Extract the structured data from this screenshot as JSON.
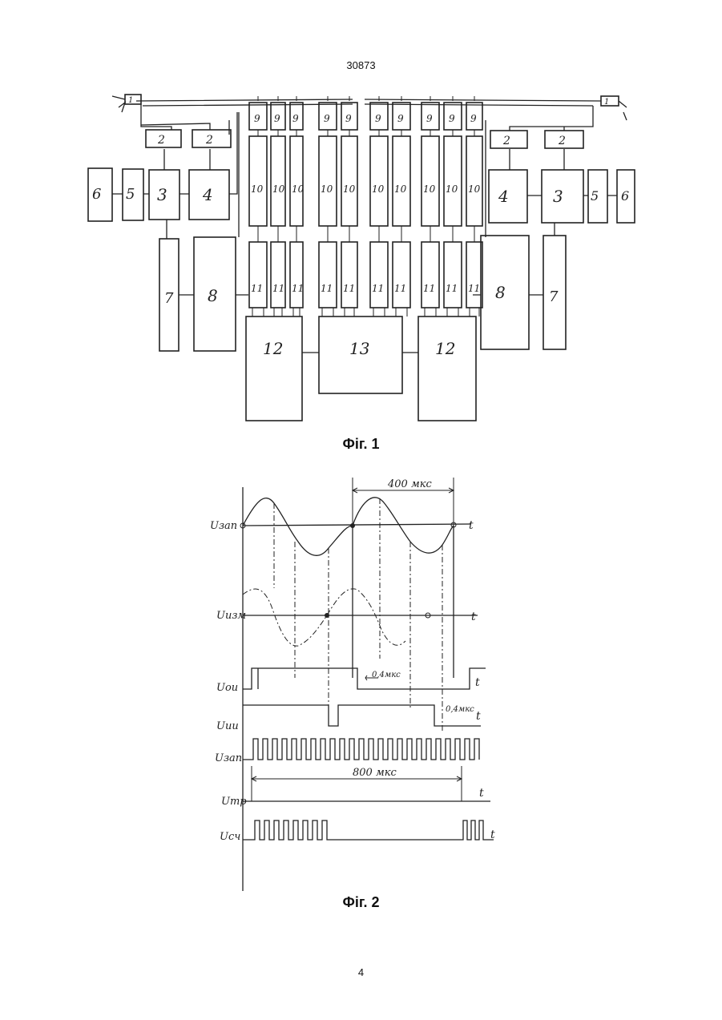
{
  "header": {
    "doc_number": "30873"
  },
  "footer": {
    "page_number": "4"
  },
  "figure1": {
    "caption": "Фіг. 1",
    "left": {
      "b1": "1",
      "b2a": "2",
      "b2b": "2",
      "b3": "3",
      "b4": "4",
      "b5": "5",
      "b6": "6",
      "b7": "7",
      "b8": "8"
    },
    "right": {
      "b1": "1",
      "b2a": "2",
      "b2b": "2",
      "b3": "3",
      "b4": "4",
      "b5": "5",
      "b6": "6",
      "b7": "7",
      "b8": "8"
    },
    "block9": "9",
    "block10": "10",
    "block11": "11",
    "block12": "12",
    "block13": "13"
  },
  "figure2": {
    "caption": "Фіг. 2",
    "period_label": "400 мкс",
    "span_label": "800 мкс",
    "delay_label": "0,4мкс",
    "time_label": "t",
    "signals": [
      {
        "id": "u_zap",
        "label": "Uзап"
      },
      {
        "id": "u_izm",
        "label": "Uизм"
      },
      {
        "id": "u_oi",
        "label": "Uои"
      },
      {
        "id": "u_ii",
        "label": "Uии"
      },
      {
        "id": "u_zap2",
        "label": "Uзап"
      },
      {
        "id": "u_tr",
        "label": "Uтр"
      },
      {
        "id": "u_sch",
        "label": "Uсч"
      }
    ]
  }
}
